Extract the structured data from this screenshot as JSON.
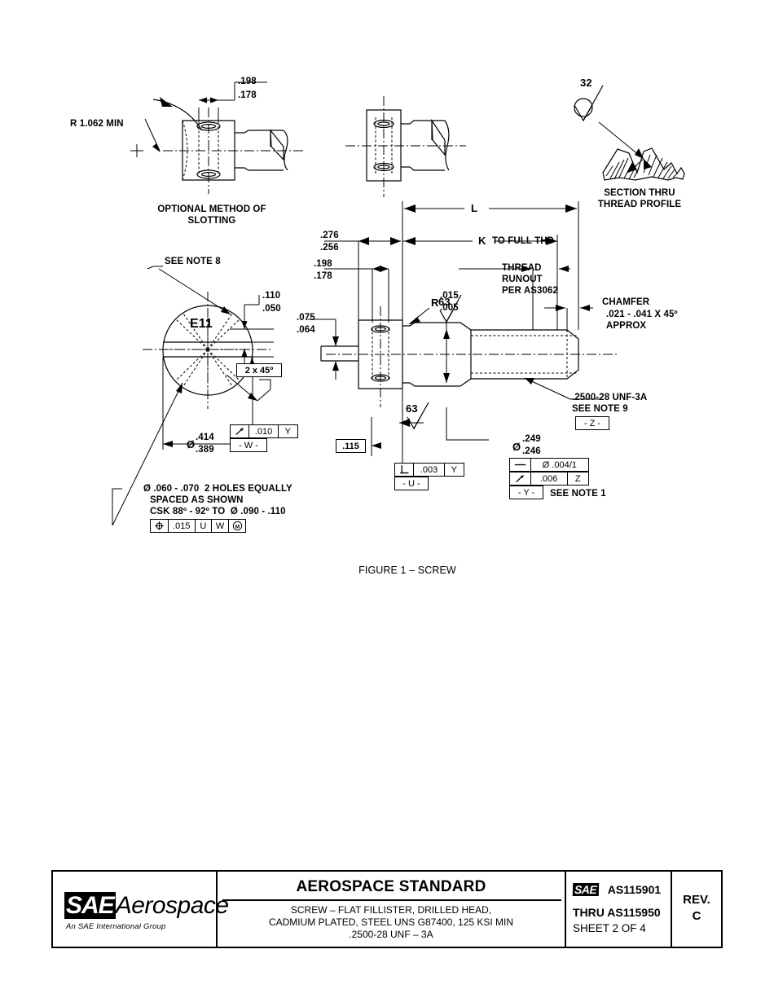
{
  "document": {
    "figure_caption": "FIGURE 1 – SCREW"
  },
  "views": {
    "optional_slotting": {
      "caption_line1": "OPTIONAL METHOD OF",
      "caption_line2": "SLOTTING",
      "radius_note": "R 1.062 MIN",
      "width_dim_upper": ".198",
      "width_dim_lower": ".178"
    },
    "thread_profile": {
      "finish_value": "32",
      "caption_line1": "SECTION THRU",
      "caption_line2": "THREAD PROFILE"
    },
    "end_view": {
      "see_note": "SEE NOTE 8",
      "marking": "E11",
      "slot_depth_upper": ".110",
      "slot_depth_lower": ".050",
      "chamfer_box": "2 x 45º",
      "head_dia_upper": ".414",
      "head_dia_lower": ".389",
      "head_dia_symbol": "Ø",
      "runout_value": ".010",
      "runout_datum": "Y",
      "datum_w": "- W -",
      "hole_note_line1": "Ø .060 - .070  2 HOLES EQUALLY",
      "hole_note_line2": "SPACED AS SHOWN",
      "hole_note_line3": "CSK 88º - 92º TO  Ø .090 - .110",
      "position_tol": ".015",
      "position_datum_1": "U",
      "position_datum_2": "W",
      "position_modifier": "M"
    },
    "main_view": {
      "length_label": "L",
      "thread_length_label": "K",
      "to_full_thd": "TO FULL THD",
      "head_height_upper": ".276",
      "head_height_lower": ".256",
      "slot_width_upper": ".198",
      "slot_width_lower": ".178",
      "fillet_radius_label": "R",
      "fillet_radius_upper": ".015",
      "fillet_radius_lower": ".005",
      "thread_runout_line1": "THREAD",
      "thread_runout_line2": "RUNOUT",
      "thread_runout_line3": "PER AS3062",
      "chamfer_line1": "CHAMFER",
      "chamfer_line2": ".021 - .041 X 45º",
      "chamfer_line3": "APPROX",
      "thread_spec_line1": ".2500-28 UNF-3A",
      "thread_spec_line2": "SEE NOTE 9",
      "datum_z": "- Z -",
      "shank_dia_symbol": "Ø",
      "shank_dia_upper": ".249",
      "shank_dia_lower": ".246",
      "straightness_value": "Ø .004/1",
      "runout_value": ".006",
      "runout_datum": "Z",
      "datum_y": "- Y -",
      "see_note_1": "SEE NOTE 1",
      "shoulder_height_upper": ".075",
      "shoulder_height_lower": ".064",
      "slot_offset_dim": ".115",
      "perp_value": ".003",
      "perp_datum": "Y",
      "datum_u": "- U -",
      "finish_63_a": "63",
      "finish_63_b": "63"
    }
  },
  "title_block": {
    "logo_mark": "SAE",
    "logo_word": "Aerospace",
    "logo_sub": "An SAE International Group",
    "header": "AEROSPACE STANDARD",
    "desc_line1": "SCREW – FLAT FILLISTER, DRILLED HEAD,",
    "desc_line2": "CADMIUM PLATED, STEEL UNS G87400, 125 KSI MIN",
    "desc_line3": ".2500-28 UNF – 3A",
    "doc_mark": "SAE",
    "doc_number": "AS115901",
    "doc_thru": "THRU AS115950",
    "doc_sheet": "SHEET 2 OF 4",
    "rev_label_line1": "REV.",
    "rev_label_line2": "C"
  }
}
